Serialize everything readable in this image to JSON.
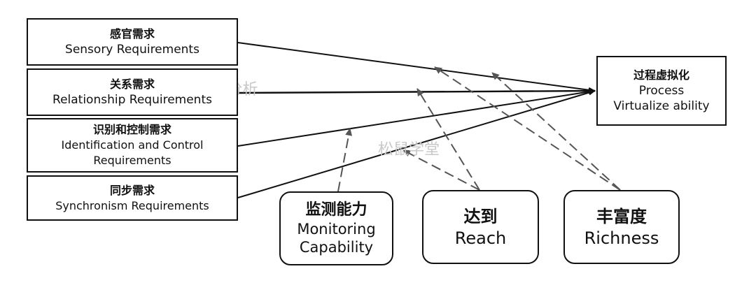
{
  "requirements": [
    {
      "zh": "感官需求",
      "en": "Sensory Requirements"
    },
    {
      "zh": "关系需求",
      "en": "Relationship Requirements"
    },
    {
      "zh": "识别和控制需求",
      "en": "Identification and Control Requirements"
    },
    {
      "zh": "同步需求",
      "en": "Synchronism Requirements"
    }
  ],
  "target": {
    "zh": "过程虚拟化",
    "en_line1": "Process",
    "en_line2": "Virtualize ability"
  },
  "moderators": [
    {
      "zh": "监测能力",
      "en_line1": "Monitoring",
      "en_line2": "Capability"
    },
    {
      "zh": "达到",
      "en": "Reach"
    },
    {
      "zh": "丰富度",
      "en": "Richness"
    }
  ],
  "watermarks": [
    "spss统计分析",
    "松鼠学堂"
  ],
  "colors": {
    "line": "#111111",
    "dashed": "#555555",
    "watermark": "#c9c9c9"
  }
}
